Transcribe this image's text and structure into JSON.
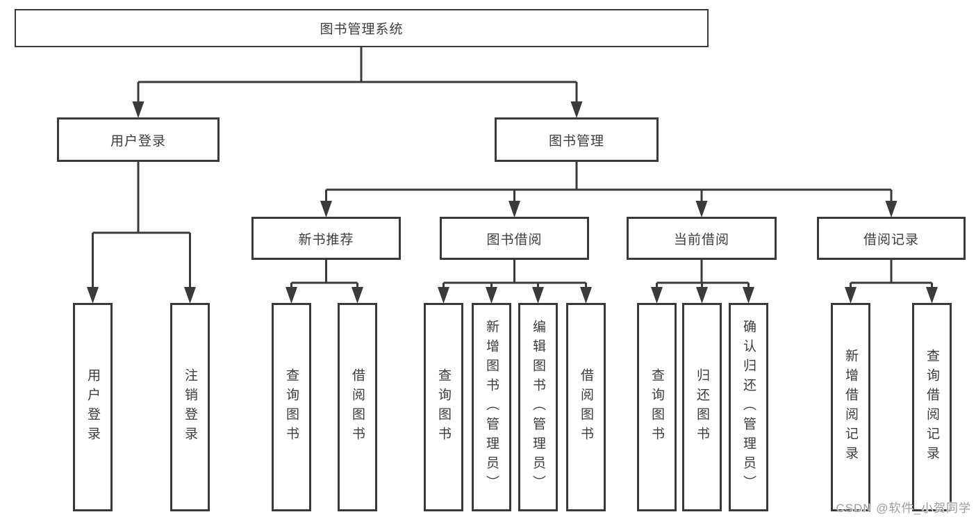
{
  "diagram": {
    "type": "hierarchy-tree",
    "colors": {
      "line": "#3a3a3a",
      "border": "#3a3a3a",
      "text": "#3c3c3c",
      "background": "#ffffff",
      "watermark": "#9c9c9c"
    }
  },
  "watermark": {
    "text": "CSDN @软件_小贺同学"
  },
  "nodes": {
    "root": {
      "label": "图书管理系统",
      "children": [
        "user_login",
        "book_mgmt"
      ]
    },
    "user_login": {
      "label": "用户登录",
      "children": [
        "leaf_user_login",
        "leaf_logout"
      ]
    },
    "book_mgmt": {
      "label": "图书管理",
      "children": [
        "new_book_rec",
        "book_borrow",
        "current_borrow",
        "borrow_record"
      ]
    },
    "new_book_rec": {
      "label": "新书推荐",
      "children": [
        "leaf_nb_query",
        "leaf_nb_borrow"
      ]
    },
    "book_borrow": {
      "label": "图书借阅",
      "children": [
        "leaf_bb_query",
        "leaf_bb_add",
        "leaf_bb_edit",
        "leaf_bb_borrow"
      ]
    },
    "current_borrow": {
      "label": "当前借阅",
      "children": [
        "leaf_cb_query",
        "leaf_cb_return",
        "leaf_cb_confirm"
      ]
    },
    "borrow_record": {
      "label": "借阅记录",
      "children": [
        "leaf_br_add",
        "leaf_br_query"
      ]
    },
    "leaf_user_login": {
      "label": "用户登录"
    },
    "leaf_logout": {
      "label": "注销登录"
    },
    "leaf_nb_query": {
      "label": "查询图书"
    },
    "leaf_nb_borrow": {
      "label": "借阅图书"
    },
    "leaf_bb_query": {
      "label": "查询图书"
    },
    "leaf_bb_add": {
      "label": "新增图书（管理员）"
    },
    "leaf_bb_edit": {
      "label": "编辑图书（管理员）"
    },
    "leaf_bb_borrow": {
      "label": "借阅图书"
    },
    "leaf_cb_query": {
      "label": "查询图书"
    },
    "leaf_cb_return": {
      "label": "归还图书"
    },
    "leaf_cb_confirm": {
      "label": "确认归还（管理员）"
    },
    "leaf_br_add": {
      "label": "新增借阅记录"
    },
    "leaf_br_query": {
      "label": "查询借阅记录"
    }
  }
}
